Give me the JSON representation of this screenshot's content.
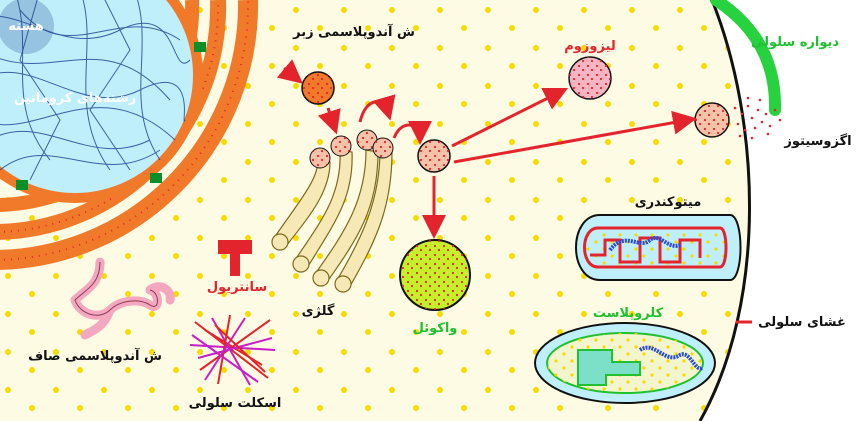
{
  "labels": {
    "nucleus": "هسته",
    "chromatin": "رشته‌های کروماتین",
    "rough_er": "ش آندوپلاسمی زبر",
    "smooth_er": "ش آندوپلاسمی صاف",
    "centriole": "سانتریول",
    "golgi": "گلژی",
    "lysosome": "لیزوزوم",
    "vacuole": "واکوئل",
    "exocytosis": "اگزوسیتوز",
    "cell_wall": "دیواره سلولی",
    "mitochondria": "میتوکندری",
    "chloroplast": "کلروپلاست",
    "cell_membrane": "غشای سلولی",
    "cytoskeleton": "اسکلت سلولی"
  },
  "colors": {
    "cytoplasm": "#fefbe4",
    "nucleus": "#bfeffb",
    "er": "#f07a2a",
    "vesicle": "#f6c2a8",
    "lysosome": "#f7b5c4",
    "vacuole": "#c4ef2a",
    "cell_wall": "#26d23d",
    "arrow": "#e4242c",
    "label_red": "#e4242c",
    "label_green": "#20c030",
    "label_black": "#111111"
  }
}
